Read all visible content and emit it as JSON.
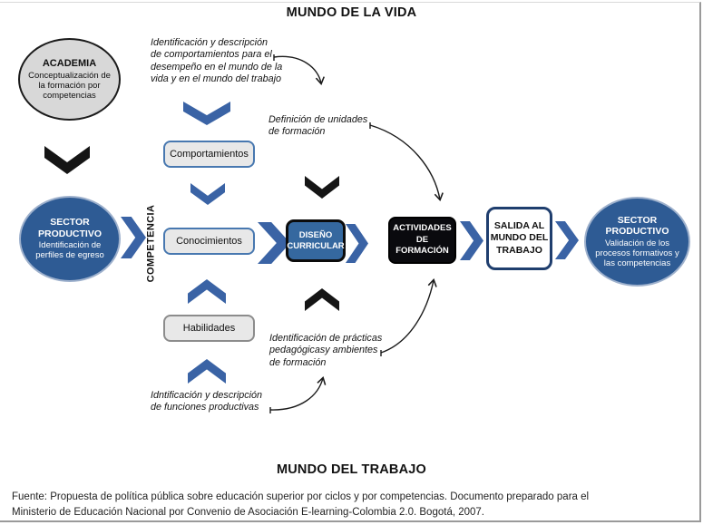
{
  "titles": {
    "top": "MUNDO DE LA VIDA",
    "bottom": "MUNDO DEL TRABAJO"
  },
  "nodes": {
    "academia": {
      "title": "ACADEMIA",
      "subtitle": "Conceptualización de la formación por competencias"
    },
    "sector_left": {
      "title": "SECTOR PRODUCTIVO",
      "subtitle": "Identificación de perfiles de egreso"
    },
    "competencia": "COMPETENCIA",
    "comportamientos": "Comportamientos",
    "conocimientos": "Conocimientos",
    "habilidades": "Habilidades",
    "diseno": "DISEÑO CURRICULAR",
    "actividades": "ACTIVIDADES DE FORMACIÓN",
    "salida": "SALIDA AL MUNDO DEL TRABAJO",
    "sector_right": {
      "title": "SECTOR PRODUCTIVO",
      "subtitle": "Validación de los procesos formativos y las competencias"
    }
  },
  "annotations": {
    "a1": [
      "Identificación y descripción",
      "de comportamientos para el",
      "desempeño en el mundo de la",
      "vida y en el mundo del trabajo"
    ],
    "a2": [
      "Definición de unidades",
      "de formación"
    ],
    "a3": [
      "Identificación de prácticas",
      "pedagógicasy ambientes",
      "de formación"
    ],
    "a4": [
      "Idntificación y descripción",
      "de funciones productivas"
    ]
  },
  "footer": {
    "line1": "Fuente: Propuesta de política pública sobre educación superior por ciclos y por competencias. Documento preparado para el",
    "line2": "Ministerio de Educación Nacional por Convenio de Asociación E-learning-Colombia 2.0. Bogotá, 2007."
  },
  "colors": {
    "arrow_blue": "#3a63a5",
    "node_blue": "#2e5b94",
    "diseno_fill": "#35689f",
    "box_fill": "#e8e8e8",
    "box_border_blue": "#4878b0",
    "habilidades_border": "#8c8c8c",
    "black_node": "#0a0a0e",
    "salida_border": "#1f3e6e",
    "academia_fill": "#d8d8d8"
  }
}
